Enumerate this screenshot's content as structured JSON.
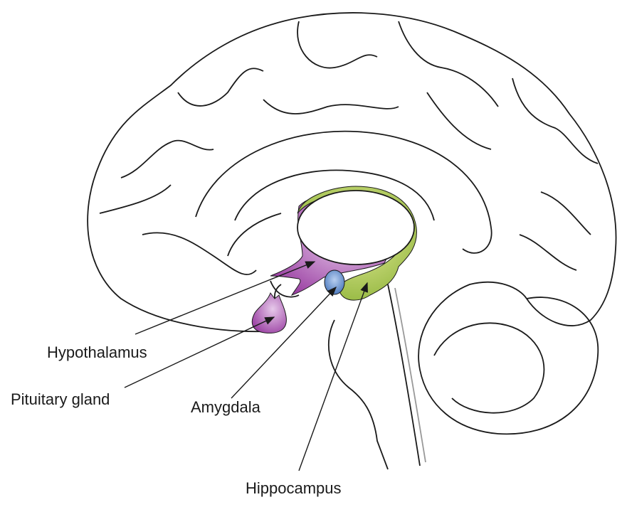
{
  "labels": {
    "hypothalamus": "Hypothalamus",
    "pituitary": "Pituitary gland",
    "amygdala": "Amygdala",
    "hippocampus": "Hippocampus"
  },
  "colors": {
    "hypothalamus": "#a04aa8",
    "pituitary": "#a04aa8",
    "amygdala": "#5b86c4",
    "hippocampus": "#b9cf3a",
    "outline": "#1a1a1a"
  }
}
